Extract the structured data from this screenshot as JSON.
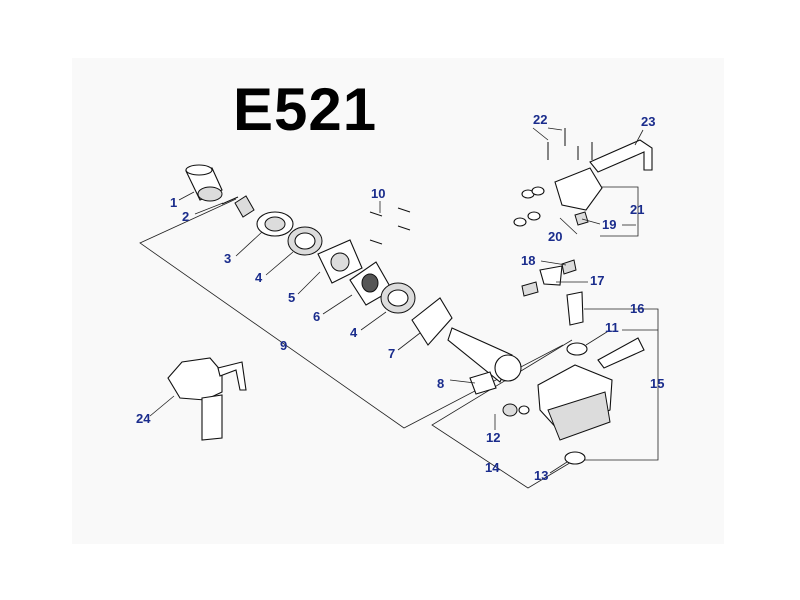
{
  "title": "E521",
  "colors": {
    "part_number": "#1a2c8c",
    "line": "#222222",
    "background": "#f9f9f9"
  },
  "parts": {
    "p1": "1",
    "p2": "2",
    "p3": "3",
    "p4a": "4",
    "p4b": "4",
    "p5": "5",
    "p6": "6",
    "p7": "7",
    "p8": "8",
    "p9": "9",
    "p10": "10",
    "p11": "11",
    "p12": "12",
    "p13": "13",
    "p14": "14",
    "p15": "15",
    "p16": "16",
    "p17": "17",
    "p18": "18",
    "p19": "19",
    "p20": "20",
    "p21": "21",
    "p22": "22",
    "p23": "23",
    "p24": "24"
  }
}
